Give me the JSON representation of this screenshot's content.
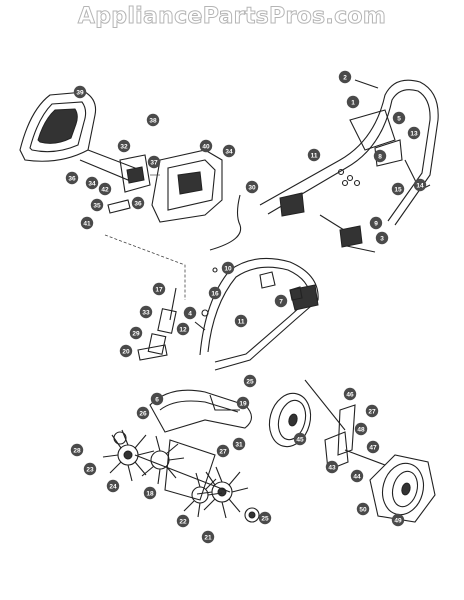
{
  "watermark": "AppliancePartsPros.com",
  "callouts": [
    {
      "n": "1"
    },
    {
      "n": "2"
    },
    {
      "n": "3"
    },
    {
      "n": "4"
    },
    {
      "n": "5"
    },
    {
      "n": "6"
    },
    {
      "n": "7"
    },
    {
      "n": "8"
    },
    {
      "n": "9"
    },
    {
      "n": "10"
    },
    {
      "n": "11"
    },
    {
      "n": "11"
    },
    {
      "n": "12"
    },
    {
      "n": "13"
    },
    {
      "n": "14"
    },
    {
      "n": "15"
    },
    {
      "n": "16"
    },
    {
      "n": "17"
    },
    {
      "n": "18"
    },
    {
      "n": "19"
    },
    {
      "n": "20"
    },
    {
      "n": "21"
    },
    {
      "n": "22"
    },
    {
      "n": "23"
    },
    {
      "n": "24"
    },
    {
      "n": "25"
    },
    {
      "n": "25"
    },
    {
      "n": "26"
    },
    {
      "n": "27"
    },
    {
      "n": "27"
    },
    {
      "n": "28"
    },
    {
      "n": "29"
    },
    {
      "n": "30"
    },
    {
      "n": "31"
    },
    {
      "n": "32"
    },
    {
      "n": "33"
    },
    {
      "n": "34"
    },
    {
      "n": "34"
    },
    {
      "n": "35"
    },
    {
      "n": "36"
    },
    {
      "n": "36"
    },
    {
      "n": "37"
    },
    {
      "n": "38"
    },
    {
      "n": "39"
    },
    {
      "n": "40"
    },
    {
      "n": "41"
    },
    {
      "n": "42"
    },
    {
      "n": "43"
    },
    {
      "n": "44"
    },
    {
      "n": "45"
    },
    {
      "n": "46"
    },
    {
      "n": "47"
    },
    {
      "n": "48"
    },
    {
      "n": "49"
    },
    {
      "n": "50"
    }
  ]
}
